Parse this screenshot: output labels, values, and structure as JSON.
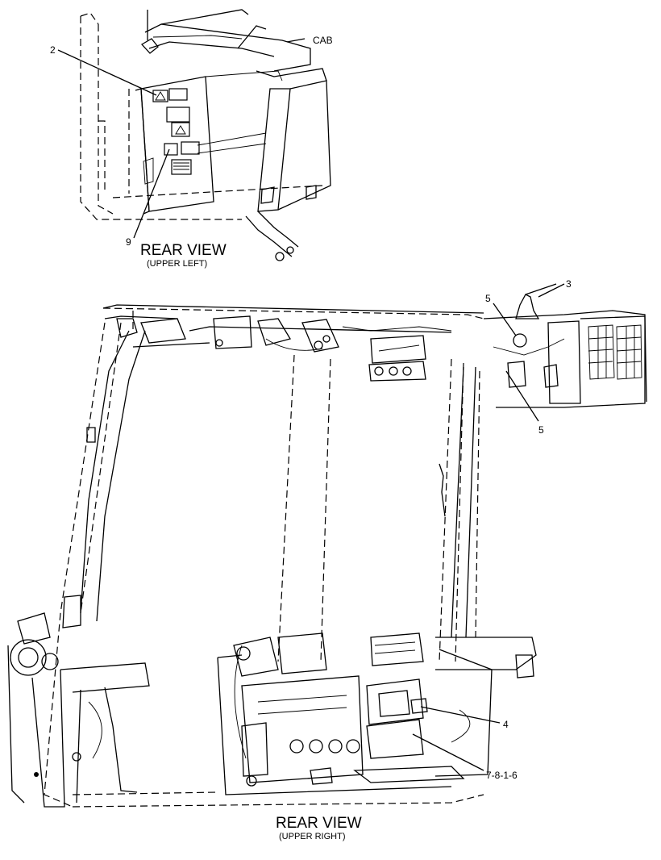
{
  "views": [
    {
      "title": "REAR VIEW",
      "subtitle": "(UPPER LEFT)"
    },
    {
      "title": "REAR VIEW",
      "subtitle": "(UPPER RIGHT)"
    }
  ],
  "callouts": {
    "cab": "CAB",
    "c2": "2",
    "c9": "9",
    "c3": "3",
    "c5a": "5",
    "c5b": "5",
    "c4": "4",
    "c7816": "7-8-1-6"
  }
}
